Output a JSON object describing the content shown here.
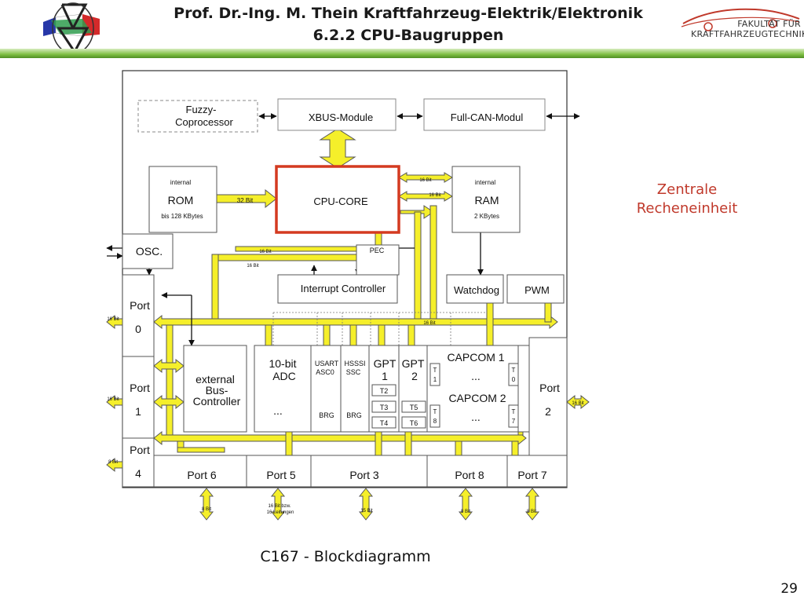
{
  "header": {
    "title_line1": "Prof. Dr.-Ing. M. Thein   Kraftfahrzeug-Elektrik/Elektronik",
    "title_line2": "6.2.2 CPU-Baugruppen",
    "logo_right_line1": "FAKULTÄT FÜR",
    "logo_right_line2": "KRAFTFAHRZEUGTECHNIK"
  },
  "side_label_line1": "Zentrale",
  "side_label_line2": "Recheneinheit",
  "caption": "C167 - Blockdiagramm",
  "page_number": "29",
  "diagram": {
    "fuzzy_line1": "Fuzzy-",
    "fuzzy_line2": "Coprocessor",
    "xbus": "XBUS-Module",
    "fullcan": "Full-CAN-Modul",
    "rom_internal": "internal",
    "rom": "ROM",
    "rom_size": "bis 128 KBytes",
    "rom_bus": "32 Bit",
    "cpu_core": "CPU-CORE",
    "ram_internal": "internal",
    "ram": "RAM",
    "ram_size": "2 KBytes",
    "ram_bus1": "16 Bit",
    "ram_bus2": "16 Bit",
    "osc": "OSC.",
    "pec": "PEC",
    "bus16_a": "16 Bit",
    "bus16_b": "16 Bit",
    "interrupt": "Interrupt Controller",
    "watchdog": "Watchdog",
    "pwm": "PWM",
    "port0_line1": "Port",
    "port0_line2": "0",
    "port1_line1": "Port",
    "port1_line2": "1",
    "port4_line1": "Port",
    "port4_line2": "4",
    "port2_line1": "Port",
    "port2_line2": "2",
    "port0_bits": "16 Bit",
    "port1_bits": "16 Bit",
    "port4_bits": "8 Bit",
    "port2_bits": "16 Bit",
    "mainbus_bits": "16 Bit",
    "ebc_line1": "external",
    "ebc_line2": "Bus-",
    "ebc_line3": "Controller",
    "adc_line1": "10-bit",
    "adc_line2": "ADC",
    "adc_dots": "...",
    "usart_line1": "USART",
    "usart_line2": "ASC0",
    "usart_brg": "BRG",
    "hsssi_line1": "HSSSI",
    "hsssi_line2": "SSC",
    "hsssi_brg": "BRG",
    "gpt1_line1": "GPT",
    "gpt1_line2": "1",
    "gpt2_line1": "GPT",
    "gpt2_line2": "2",
    "t2": "T2",
    "t3": "T3",
    "t4": "T4",
    "t5": "T5",
    "t6": "T6",
    "capcom1": "CAPCOM 1",
    "capcom2": "CAPCOM 2",
    "cc1_t_left": "T",
    "cc1_t_left_n": "1",
    "cc1_t_right": "T",
    "cc1_t_right_n": "0",
    "cc2_t_left": "T",
    "cc2_t_left_n": "8",
    "cc2_t_right": "T",
    "cc2_t_right_n": "7",
    "cc_dots1": "...",
    "cc_dots2": "...",
    "port6": "Port 6",
    "port5": "Port 5",
    "port3": "Port 3",
    "port8": "Port 8",
    "port7": "Port 7",
    "port6_bits": "8 Bit",
    "port5_bits_line1": "16 Bit bzw.",
    "port5_bits_line2": "16 Leitungen",
    "port3_bits": "15 Bit",
    "port8_bits": "8 Bit",
    "port7_bits": "8 Bit"
  }
}
